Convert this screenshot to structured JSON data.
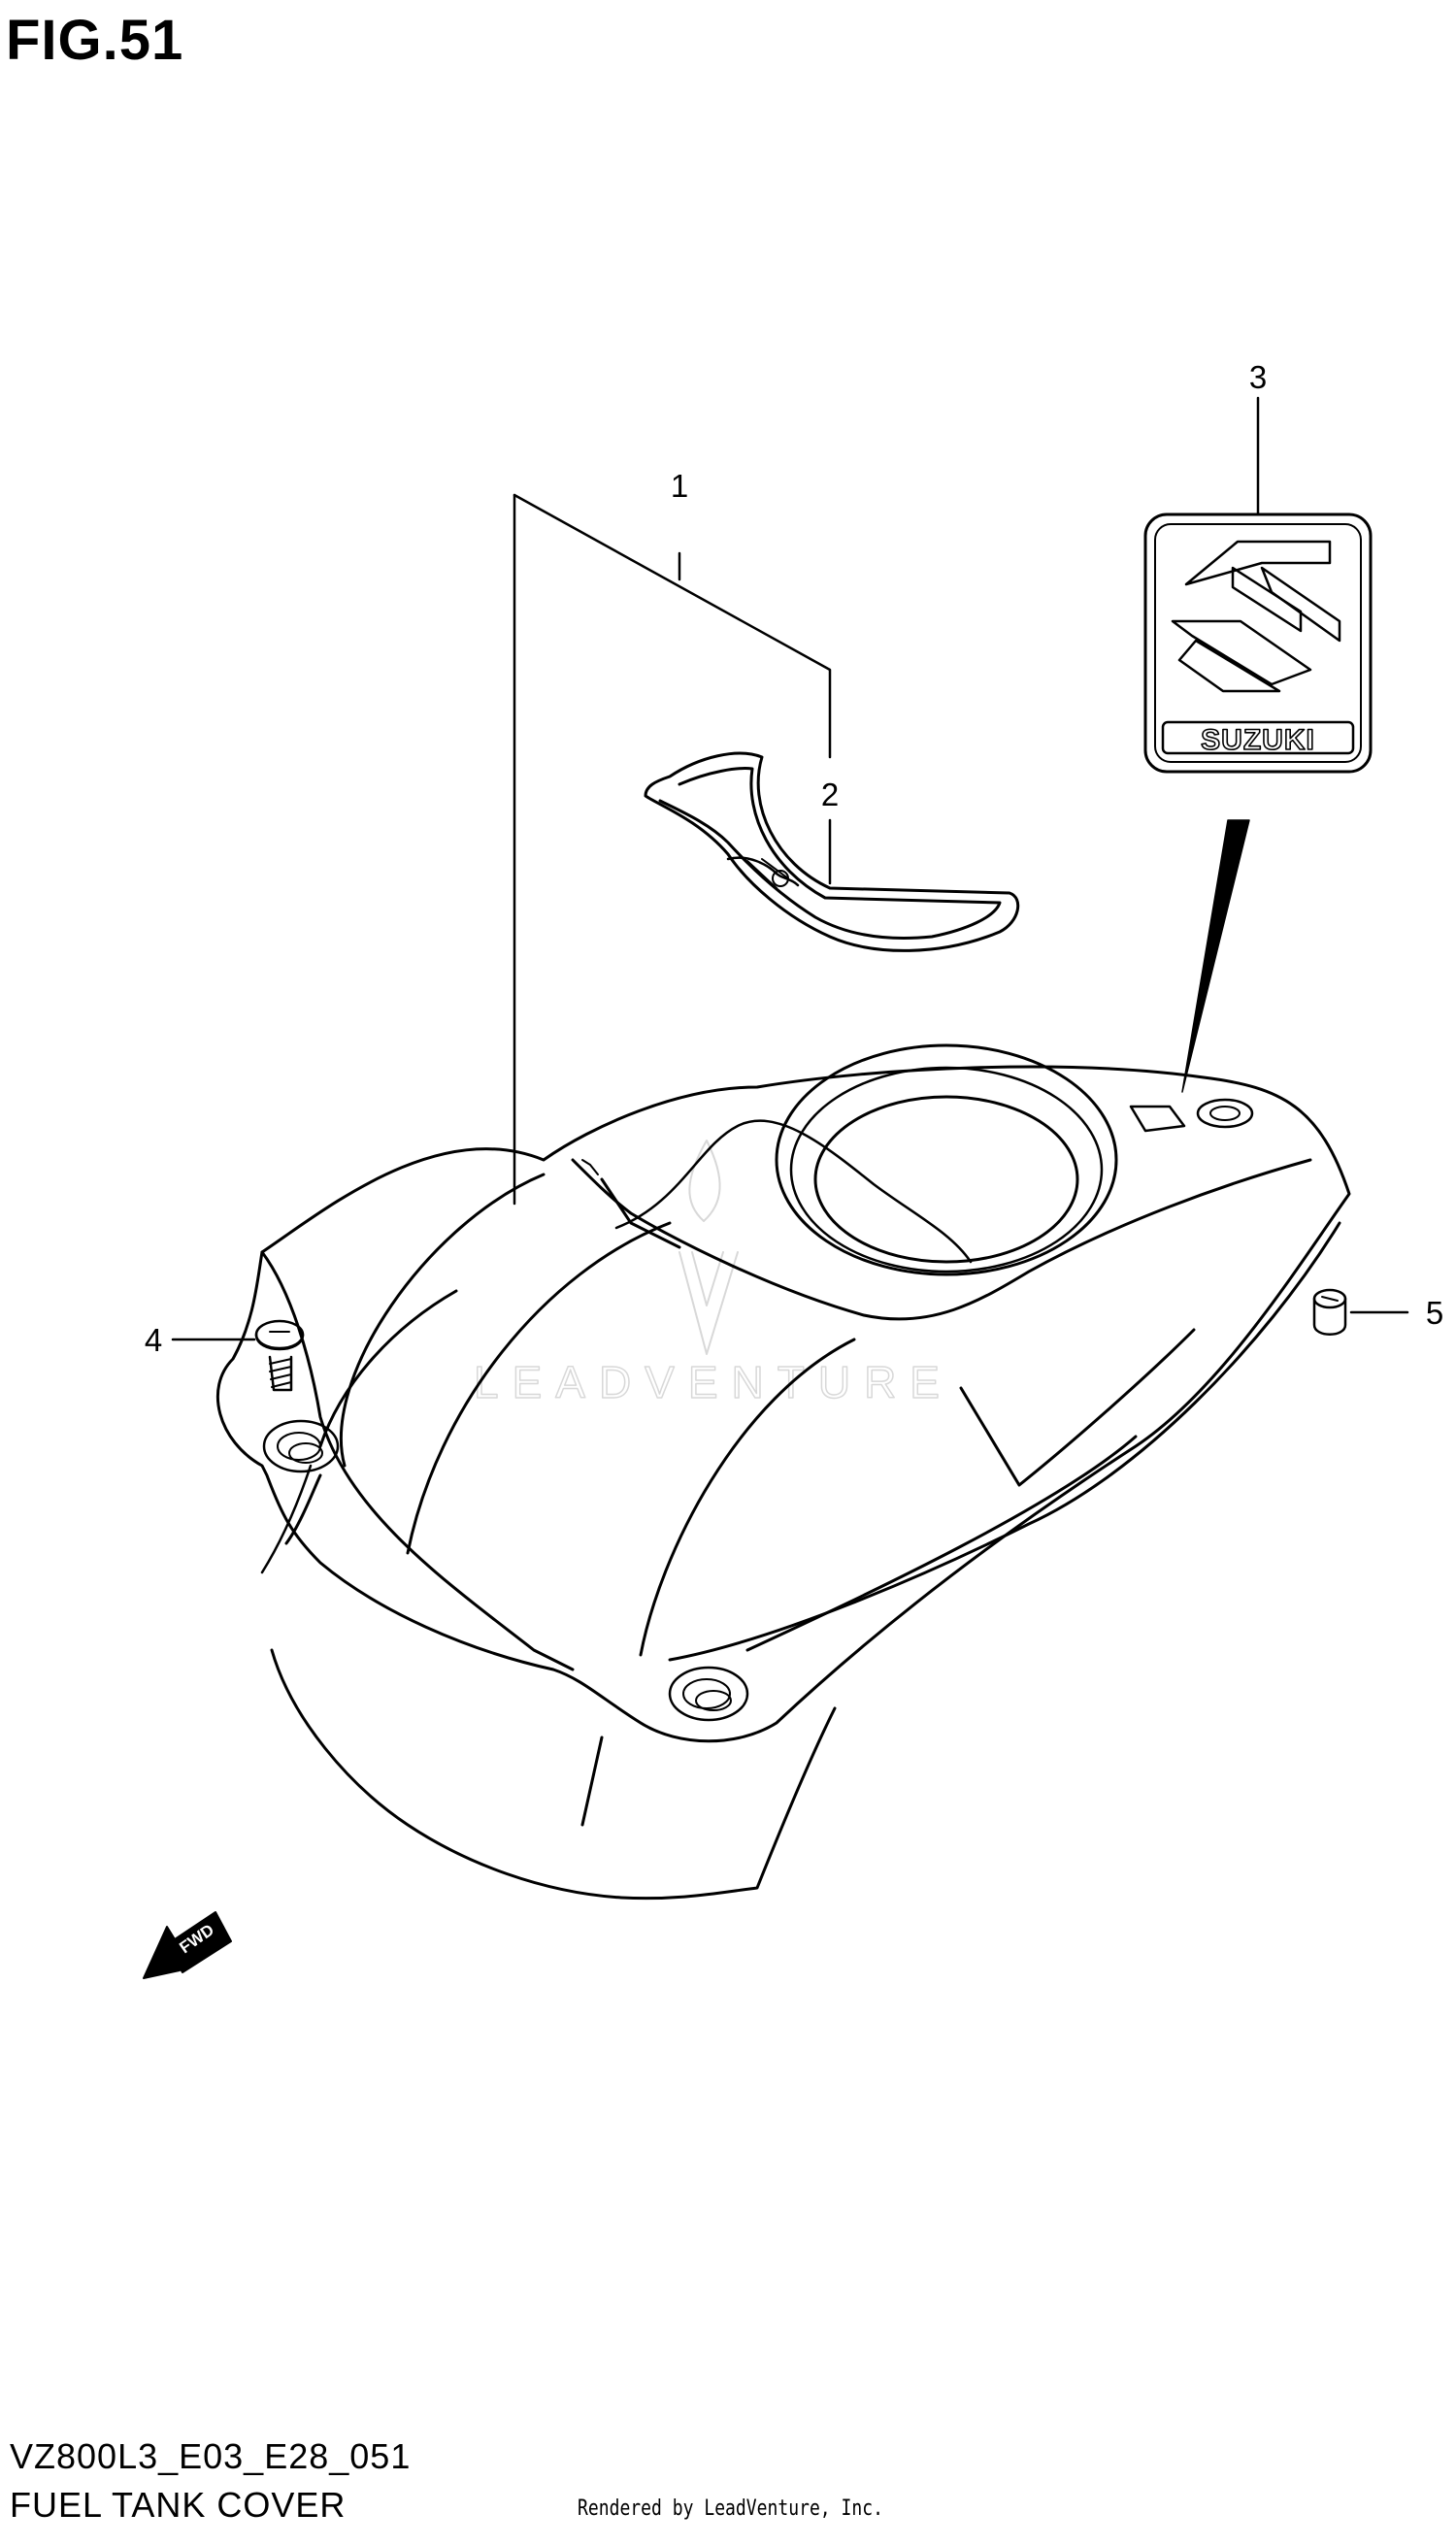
{
  "figure": {
    "title": "FIG.51"
  },
  "callouts": [
    {
      "number": "1",
      "part": "fuel-tank-cover"
    },
    {
      "number": "2",
      "part": "cover-insert"
    },
    {
      "number": "3",
      "part": "emblem"
    },
    {
      "number": "4",
      "part": "screw"
    },
    {
      "number": "5",
      "part": "cushion"
    }
  ],
  "emblem": {
    "brand_text": "SUZUKI"
  },
  "fwd_arrow": {
    "label": "FWD"
  },
  "watermark": {
    "text": "LEADVENTURE"
  },
  "footer": {
    "diagram_code": "VZ800L3_E03_E28_051",
    "section_name": "FUEL TANK COVER",
    "rendered_by": "Rendered by LeadVenture, Inc."
  }
}
